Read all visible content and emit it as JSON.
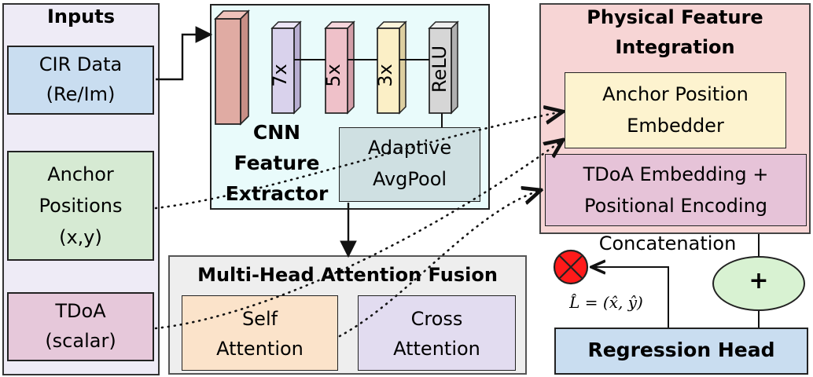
{
  "inputs": {
    "title": "Inputs",
    "cir": {
      "line1": "CIR Data",
      "line2": "(Re/Im)"
    },
    "anchor": {
      "line1": "Anchor",
      "line2": "Positions",
      "line3": "(x,y)"
    },
    "tdoa": {
      "line1": "TDoA",
      "line2": "(scalar)"
    }
  },
  "cnn": {
    "title_line1": "CNN",
    "title_line2": "Feature",
    "title_line3": "Extractor",
    "layers": [
      "7x",
      "5x",
      "3x",
      "ReLU"
    ],
    "pool_line1": "Adaptive",
    "pool_line2": "AvgPool"
  },
  "attention": {
    "title": "Multi-Head Attention Fusion",
    "self_line1": "Self",
    "self_line2": "Attention",
    "cross_line1": "Cross",
    "cross_line2": "Attention"
  },
  "physical": {
    "title_line1": "Physical Feature",
    "title_line2": "Integration",
    "anchor_line1": "Anchor Position",
    "anchor_line2": "Embedder",
    "tdoa_line1": "TDoA Embedding +",
    "tdoa_line2": "Positional Encoding"
  },
  "concat_label": "Concatenation",
  "plus_symbol": "+",
  "output_label": "L̂ = (x̂, ŷ)",
  "regression_label": "Regression Head",
  "colors": {
    "inputs_bg": "#eeebf6",
    "cir_bg": "#c9ddf0",
    "anchor_bg": "#d6ead3",
    "tdoa_bg": "#e6c8da",
    "cnn_bg": "#e9fbfb",
    "pool_bg": "#cfe0e2",
    "attention_bg": "#eeeeee",
    "self_bg": "#fbe3ca",
    "cross_bg": "#e2dcf0",
    "physical_bg": "#f7d5d5",
    "anchor_embed_bg": "#fdf3cf",
    "tdoa_embed_bg": "#e6c3d8",
    "plus_bg": "#d8f2d2",
    "regression_bg": "#c9ddf0",
    "error_red": "#ff1a1a"
  }
}
